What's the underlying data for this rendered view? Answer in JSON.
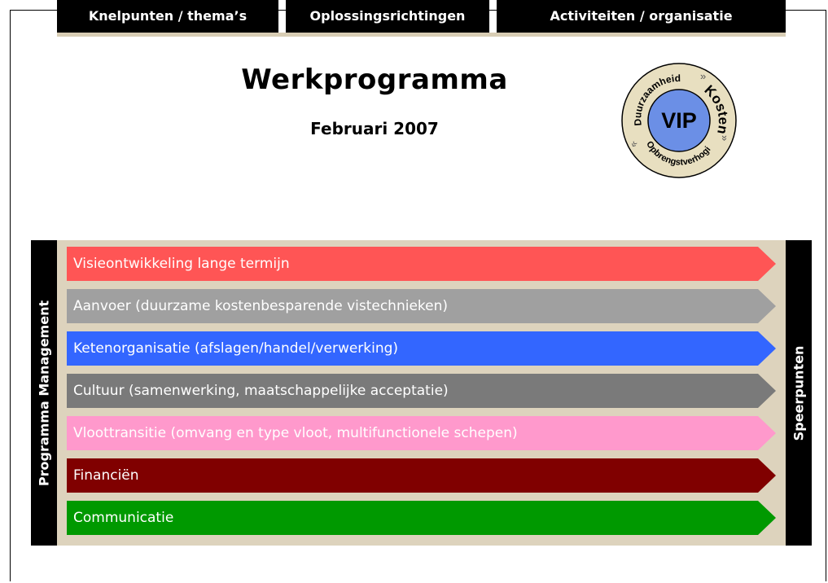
{
  "title": "Werkprogramma",
  "subtitle": "Februari 2007",
  "logo": {
    "center": "VIP",
    "ring_top": "Duurzaamheid",
    "ring_right": "Kosten",
    "ring_bottom": "Opbrengstverhoging",
    "ring_color": "#e8dfc0",
    "center_color": "#6b8fe6"
  },
  "headers": [
    "Knelpunten / thema’s",
    "Oplossingsrichtingen",
    "Activiteiten / organisatie"
  ],
  "side_left": "Programma Management",
  "side_right": "Speerpunten",
  "rows": [
    {
      "label": "Visieontwikkeling lange termijn",
      "color": "#ff5555"
    },
    {
      "label": "Aanvoer (duurzame kostenbesparende vistechnieken)",
      "color": "#a0a0a0"
    },
    {
      "label": "Ketenorganisatie (afslagen/handel/verwerking)",
      "color": "#3366ff"
    },
    {
      "label": "Cultuur (samenwerking, maatschappelijke acceptatie)",
      "color": "#7a7a7a"
    },
    {
      "label": "Vloottransitie (omvang en type vloot, multifunctionele schepen)",
      "color": "#ff99cc"
    },
    {
      "label": "Financiën",
      "color": "#800000"
    },
    {
      "label": "Communicatie",
      "color": "#009900"
    }
  ]
}
